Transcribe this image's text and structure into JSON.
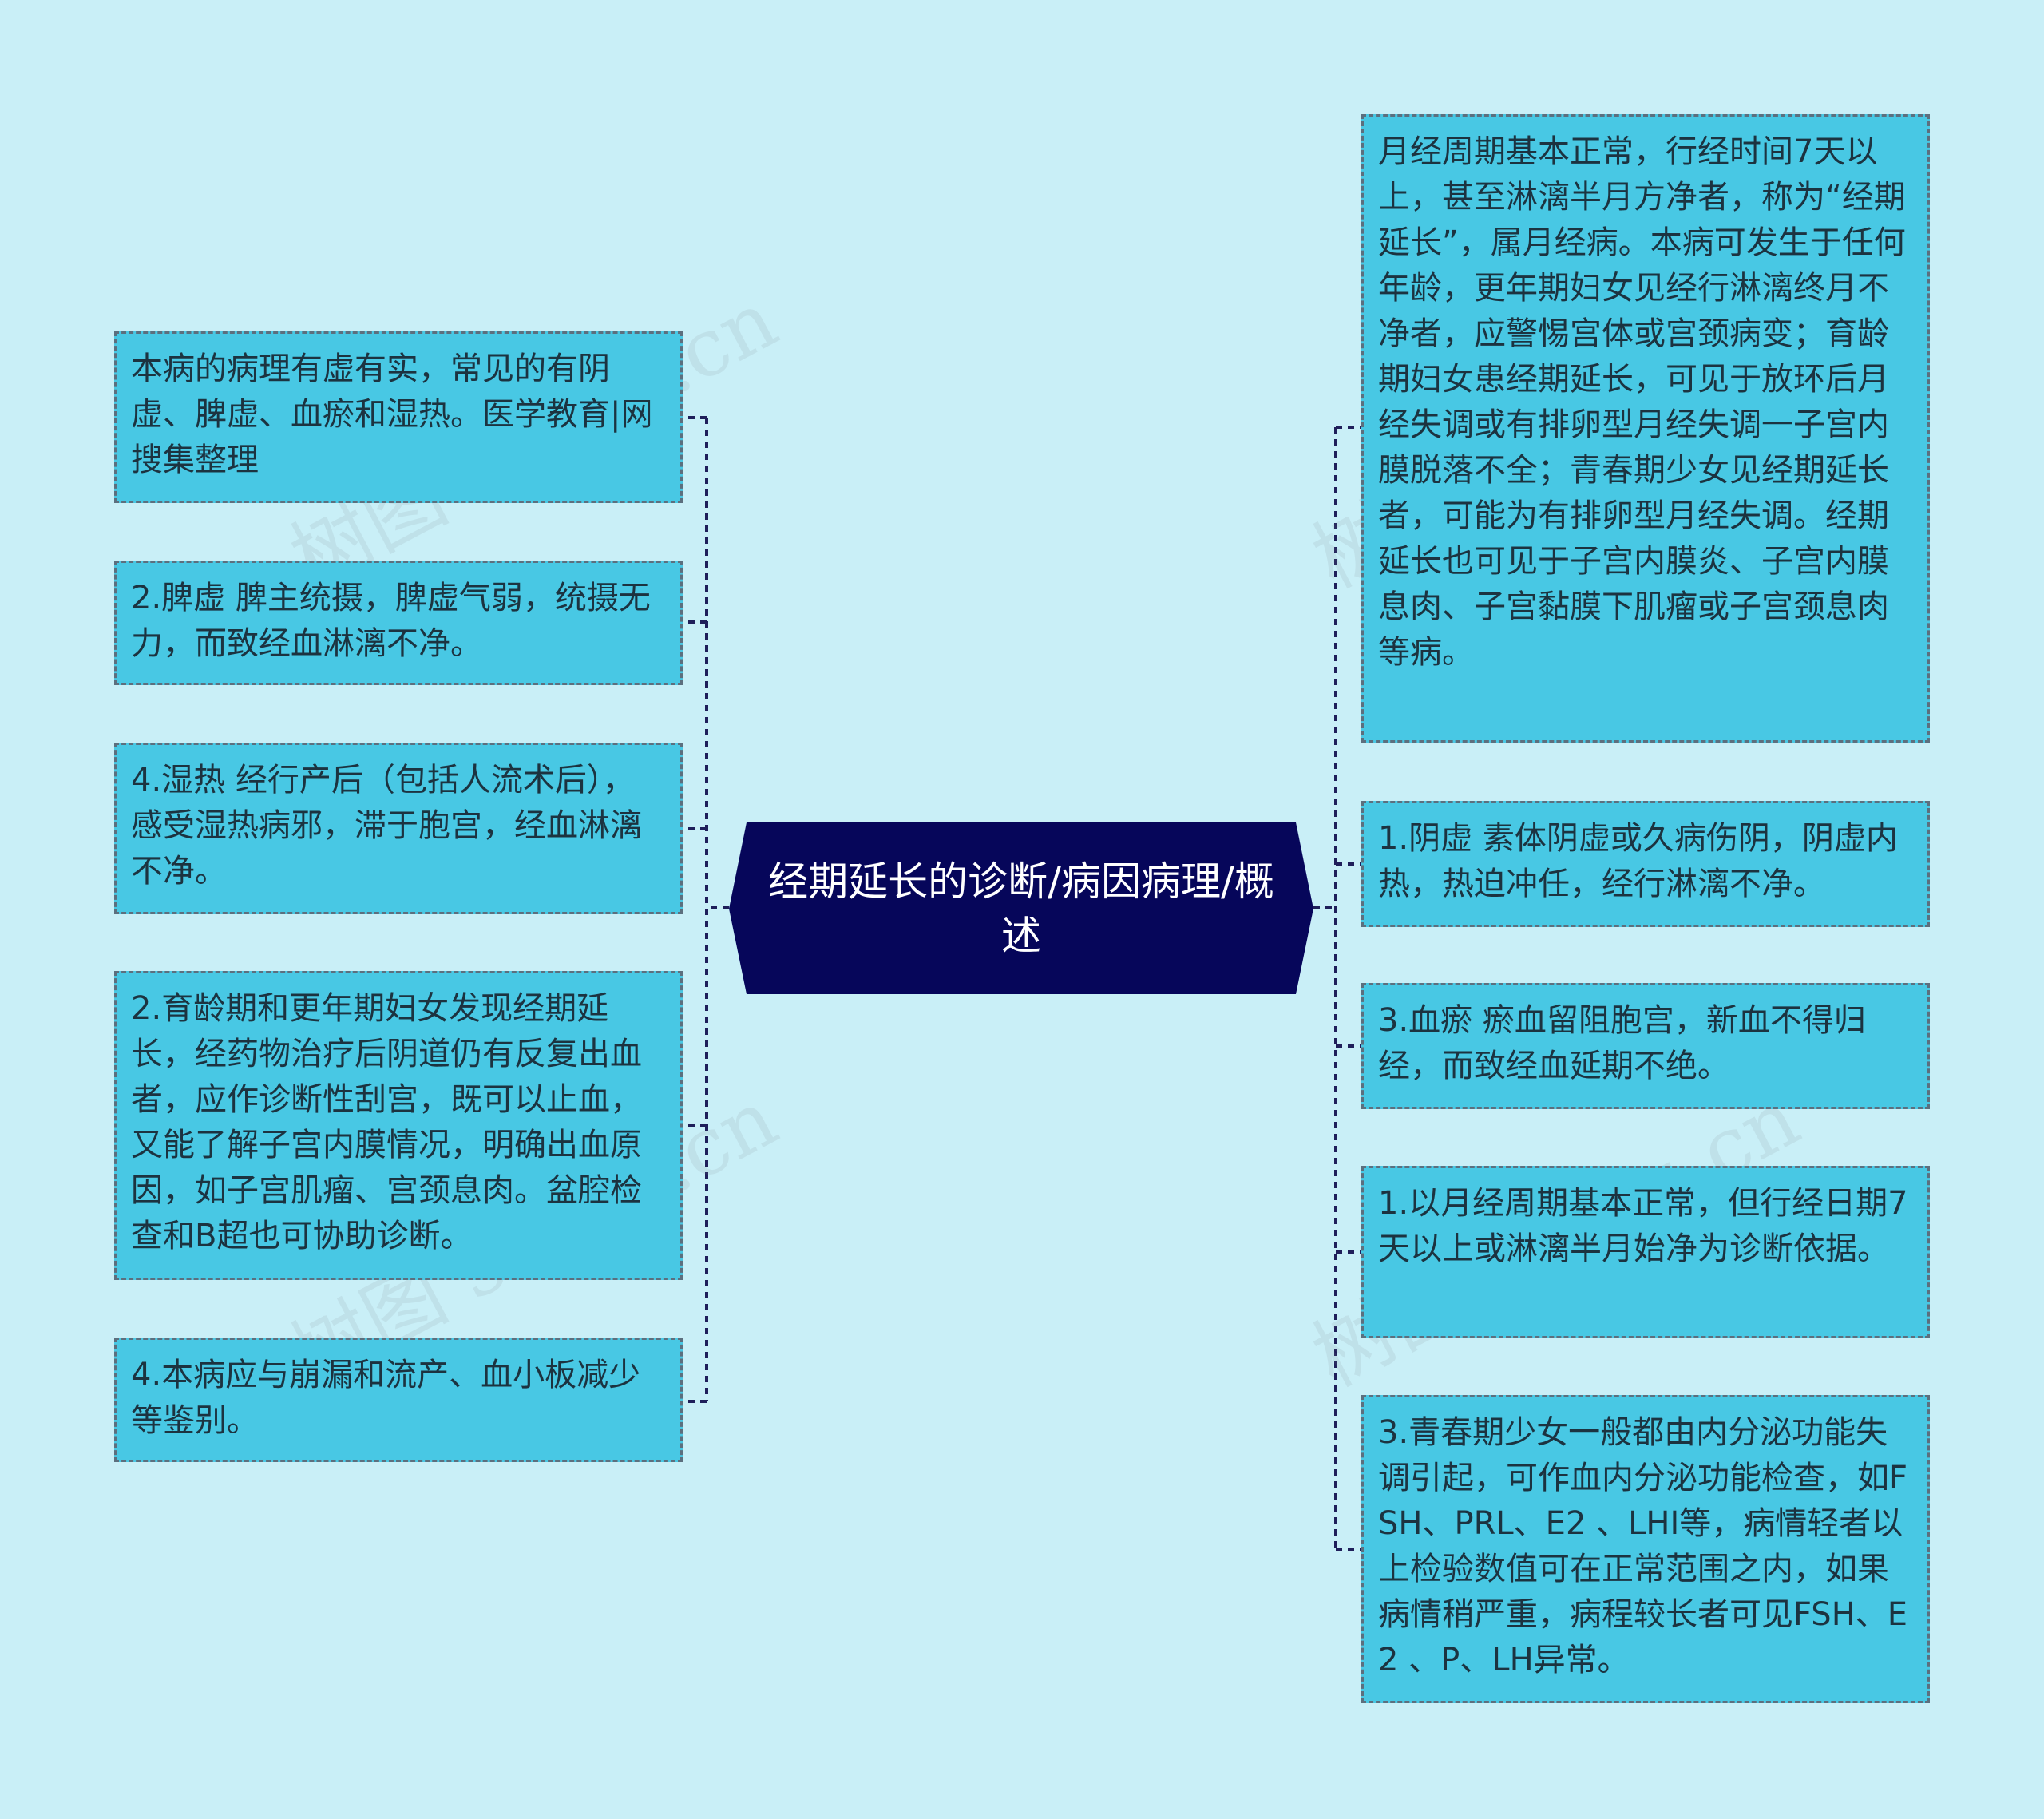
{
  "center_title": "经期延长的诊断/病因病理/概述",
  "left_nodes": [
    "本病的病理有虚有实，常见的有阴虚、脾虚、血瘀和湿热。医学教育|网搜集整理",
    "2.脾虚 脾主统摄，脾虚气弱，统摄无力，而致经血淋漓不净。",
    "4.湿热 经行产后（包括人流术后），感受湿热病邪，滞于胞宫，经血淋漓不净。",
    "2.育龄期和更年期妇女发现经期延长，经药物治疗后阴道仍有反复出血者，应作诊断性刮宫，既可以止血，又能了解子宫内膜情况，明确出血原因，如子宫肌瘤、宫颈息肉。盆腔检查和B超也可协助诊断。",
    "4.本病应与崩漏和流产、血小板减少等鉴别。"
  ],
  "right_nodes": [
    "月经周期基本正常，行经时间7天以上，甚至淋漓半月方净者，称为“经期延长”，属月经病。本病可发生于任何年龄，更年期妇女见经行淋漓终月不净者，应警惕宫体或宫颈病变；育龄期妇女患经期延长，可见于放环后月经失调或有排卵型月经失调一子宫内膜脱落不全；青春期少女见经期延长者，可能为有排卵型月经失调。经期延长也可见于子宫内膜炎、子宫内膜息肉、子宫黏膜下肌瘤或子宫颈息肉等病。",
    "1.阴虚 素体阴虚或久病伤阴，阴虚内热，热迫冲任，经行淋漓不净。",
    "3.血瘀 瘀血留阻胞宫，新血不得归经，而致经血延期不绝。",
    "1.以月经周期基本正常，但行经日期7天以上或淋漓半月始净为诊断依据。",
    "3.青春期少女一般都由内分泌功能失调引起，可作血内分泌功能检查，如FSH、PRL、E2 、LHI等，病情轻者以上检验数值可在正常范围之内，如果病情稍严重，病程较长者可见FSH、E2 、P、LH异常。"
  ],
  "watermark": "树图 shutu.cn",
  "colors": {
    "background": "#c9eff7",
    "node_fill": "#48c8e4",
    "center_fill": "#06065a",
    "connector": "#1f1f5a"
  }
}
